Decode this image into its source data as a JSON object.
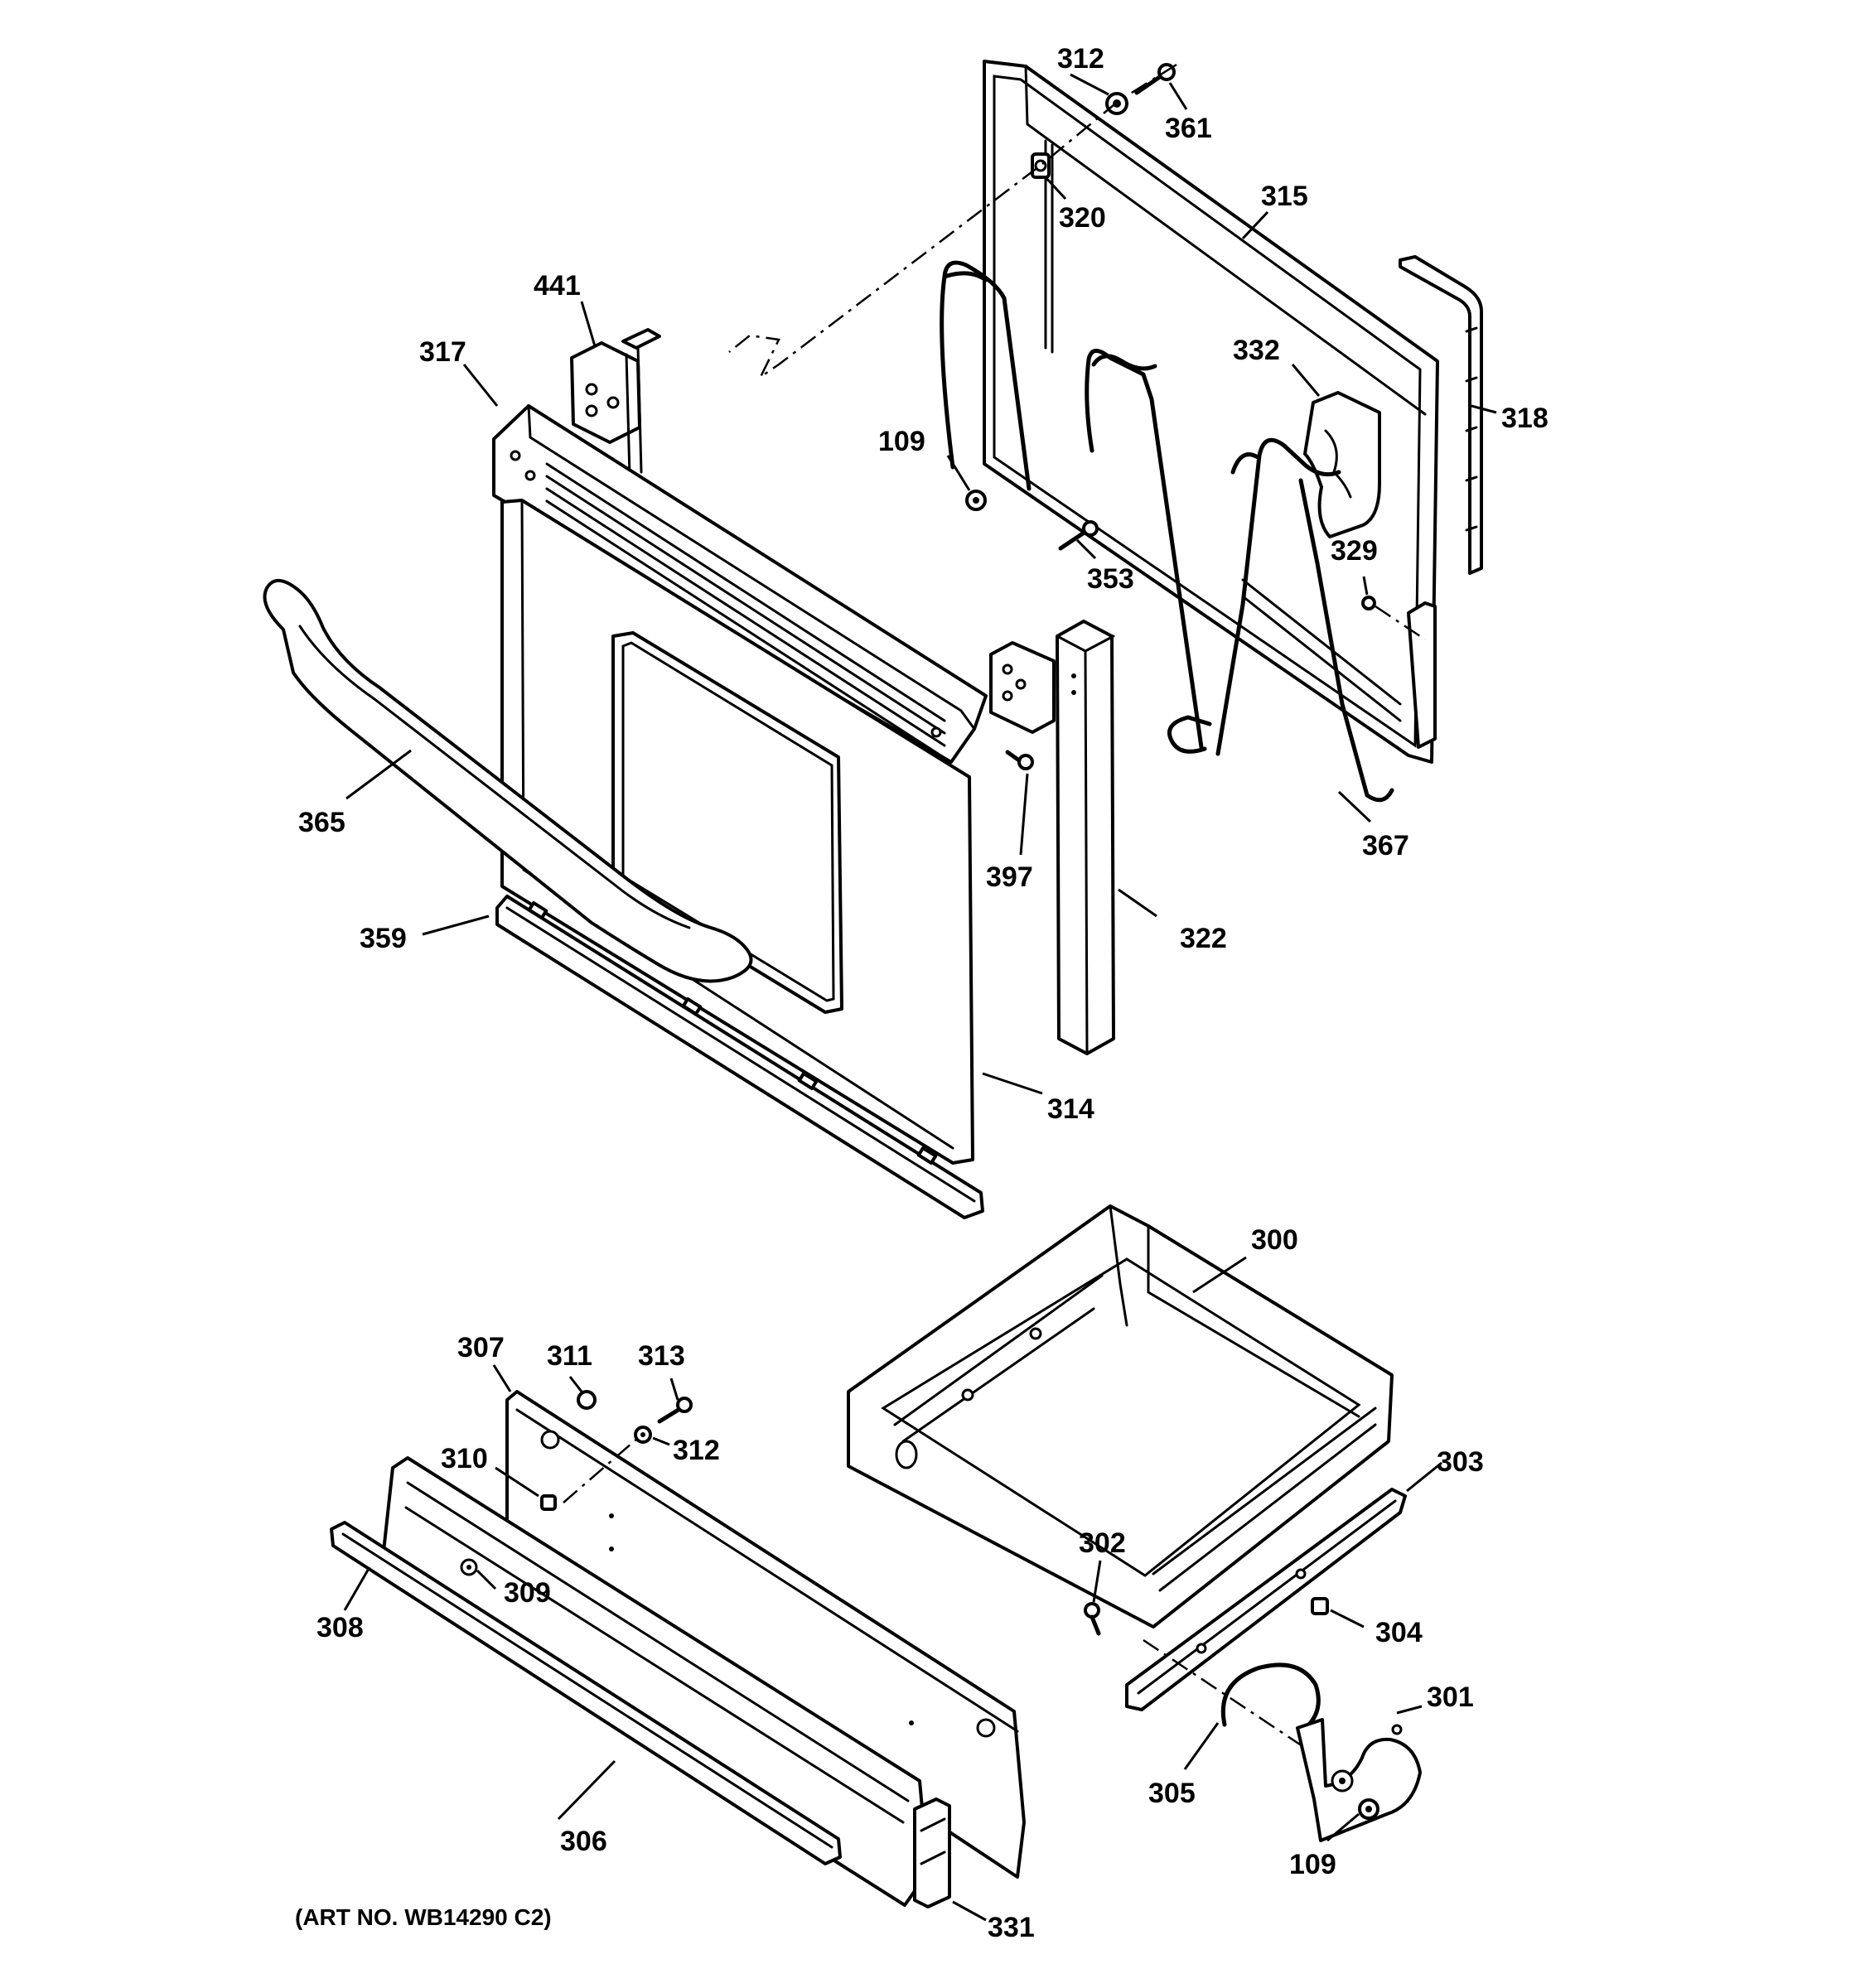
{
  "caption": "(ART NO. WB14290 C2)",
  "callouts": {
    "c312_top": "312",
    "c361": "361",
    "c320": "320",
    "c315": "315",
    "c441": "441",
    "c317": "317",
    "c332": "332",
    "c318": "318",
    "c109_top": "109",
    "c353": "353",
    "c329": "329",
    "c365": "365",
    "c397": "397",
    "c367": "367",
    "c359": "359",
    "c322": "322",
    "c314": "314",
    "c300": "300",
    "c307": "307",
    "c311": "311",
    "c313": "313",
    "c312_bottom": "312",
    "c310": "310",
    "c303": "303",
    "c302": "302",
    "c309": "309",
    "c308": "308",
    "c304": "304",
    "c301": "301",
    "c305": "305",
    "c306": "306",
    "c109_bottom": "109",
    "c331": "331"
  }
}
